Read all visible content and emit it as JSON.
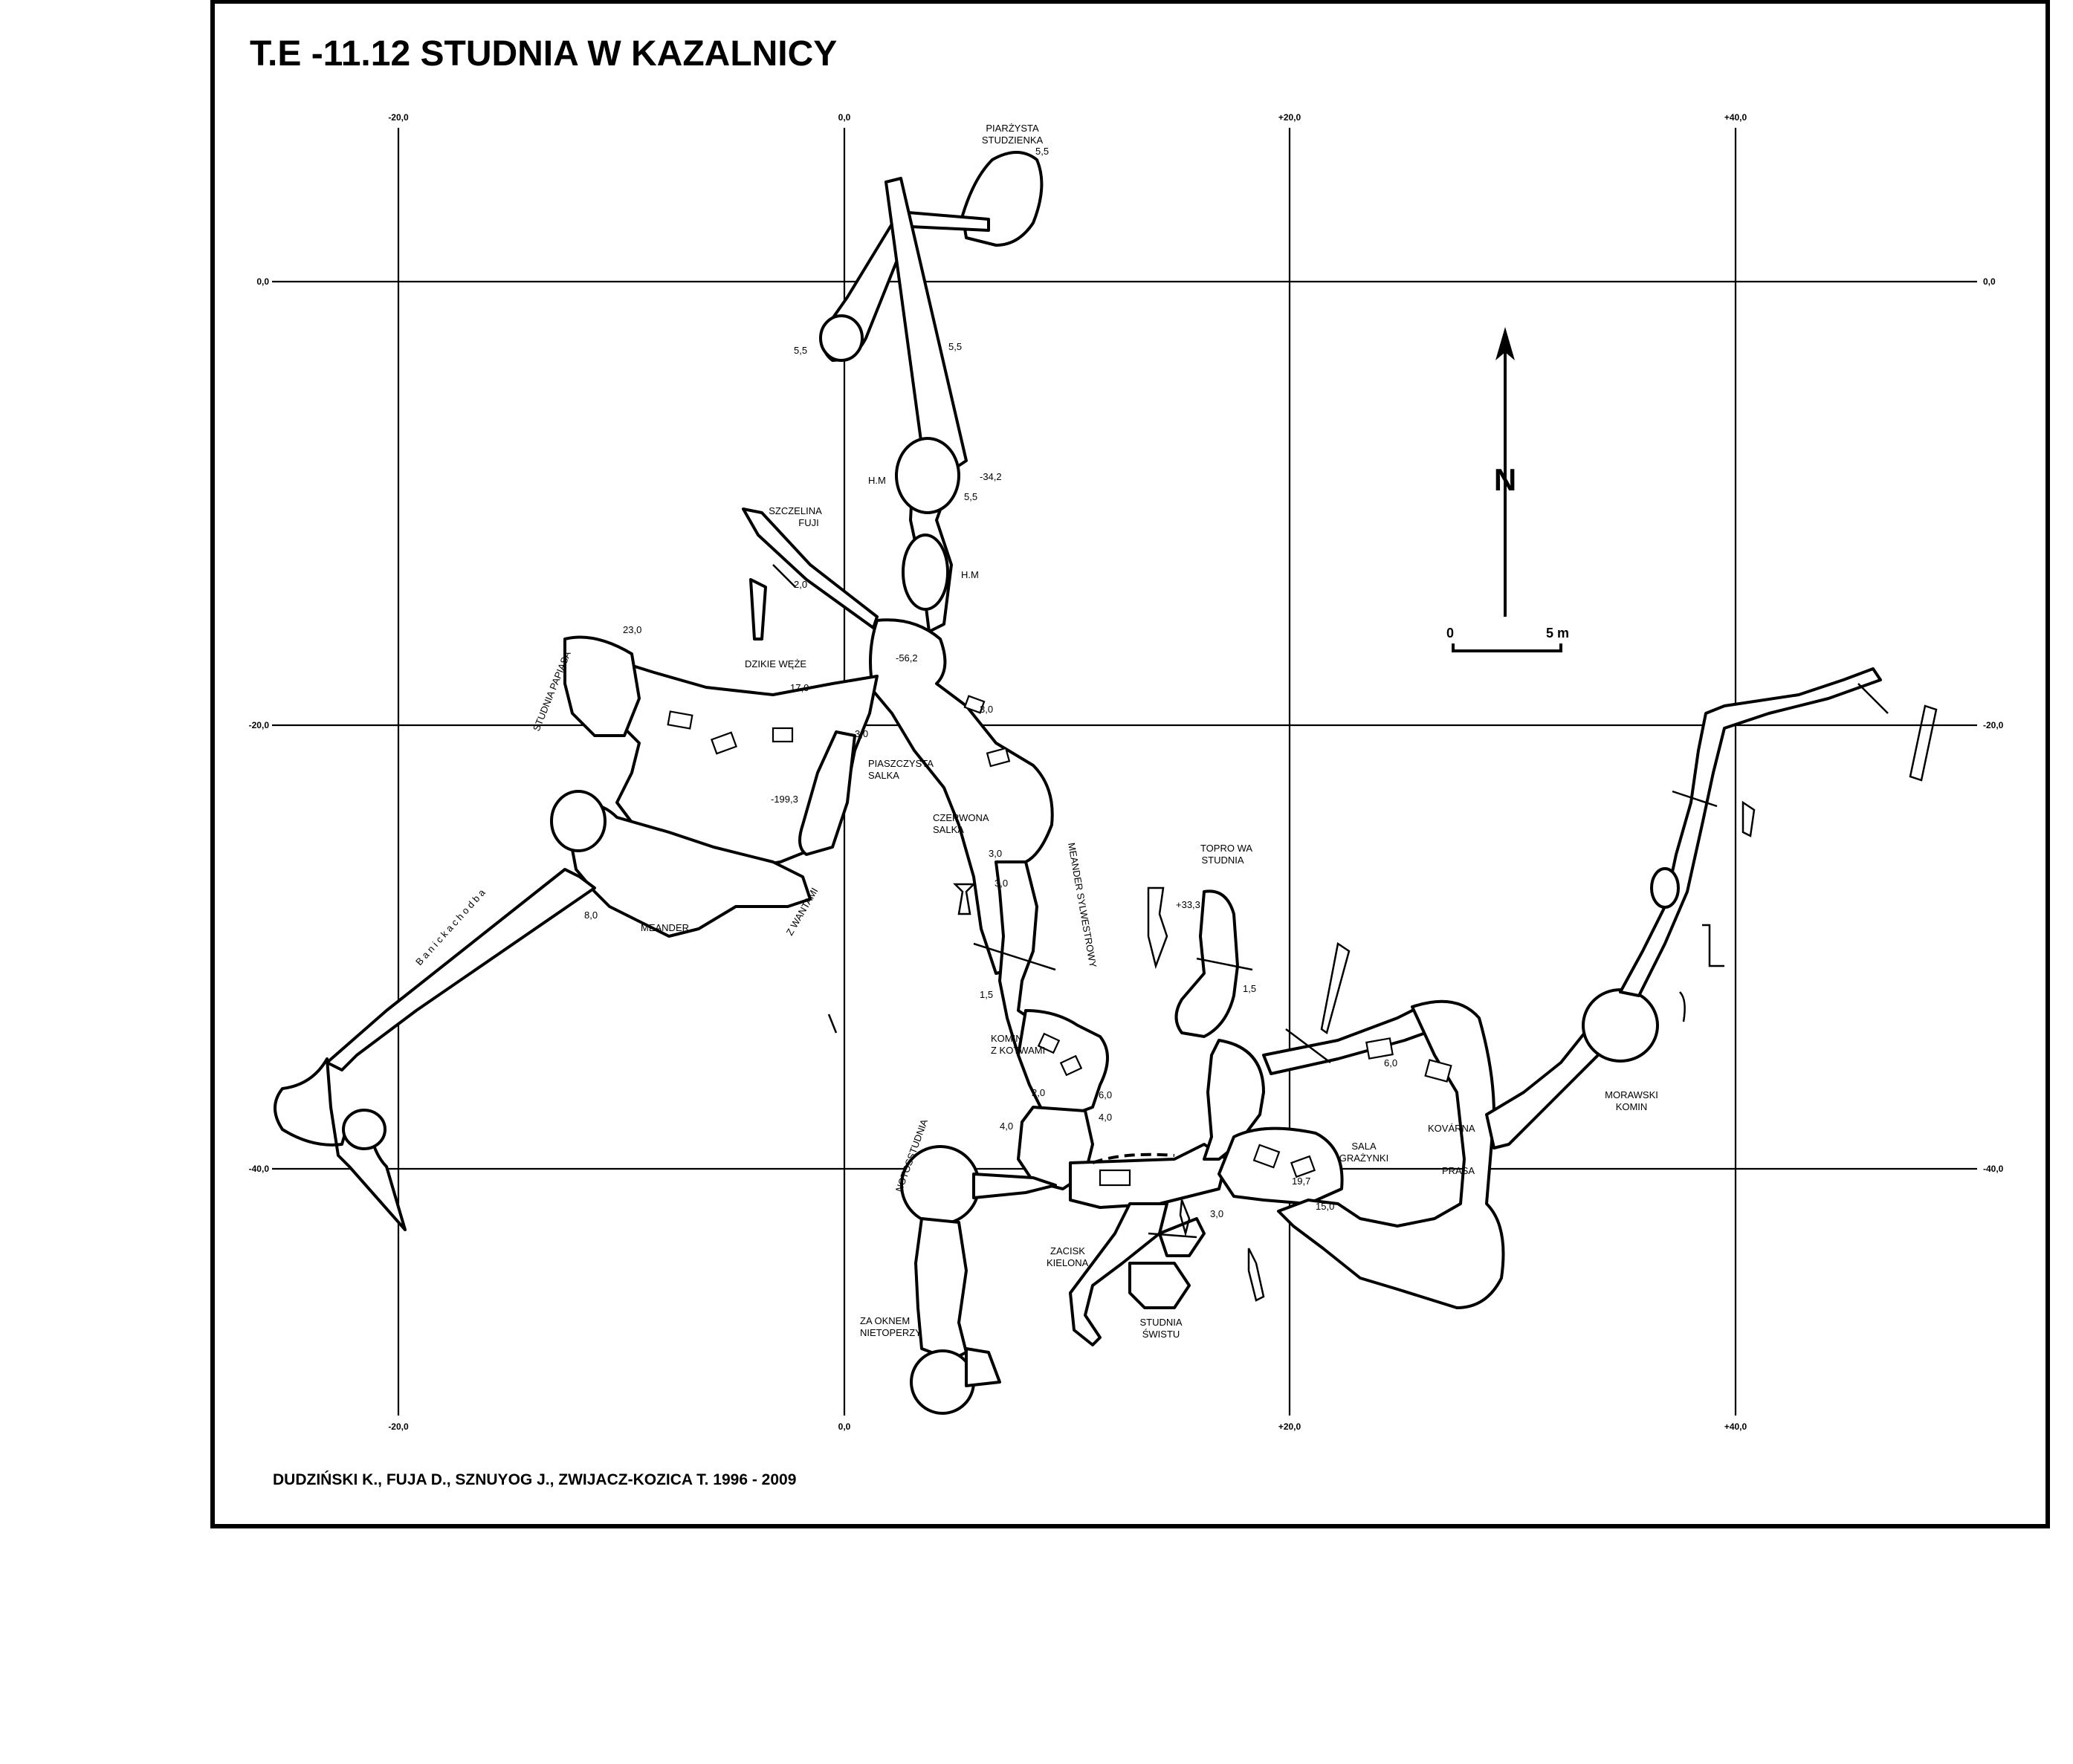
{
  "title": "T.E -11.12  STUDNIA W KAZALNICY",
  "credits": "DUDZIŃSKI K., FUJA D., SZNUYOG J., ZWIJACZ-KOZICA T. 1996 - 2009",
  "grid": {
    "x_labels_top": [
      "-20,0",
      "0,0",
      "+20,0",
      "+40,0"
    ],
    "x_labels_bottom": [
      "-20,0",
      "0,0",
      "+20,0",
      "+40,0"
    ],
    "y_labels_left": [
      "0,0",
      "-20,0",
      "-40,0"
    ],
    "y_labels_right": [
      "0,0",
      "-20,0",
      "-40,0"
    ]
  },
  "north": {
    "letter": "N"
  },
  "scale_bar": {
    "start": "0",
    "end": "5 m"
  },
  "place_names": {
    "piarzysta_1": "PIARŻYSTA",
    "piarzysta_2": "STUDZIENKA",
    "szczelina_1": "SZCZELINA",
    "szczelina_2": "FUJI",
    "dzikie_weze": "DZIKIE WĘŻE",
    "studnia_papiasa": "STUDNIA PAPIASA",
    "piaszczysta_1": "PIASZCZYSTA",
    "piaszczysta_2": "SALKA",
    "czerwona_1": "CZERWONA",
    "czerwona_2": "SALKA",
    "meander_sylwestrowy": "MEANDER SYLWESTROWY",
    "meander": "MEANDER",
    "z_wantami": "Z WANTAMI",
    "banicka_chodba": "B a n i c k a   c h o d b a",
    "topro_1": "TOPRO WA",
    "topro_2": "STUDNIA",
    "komin_1": "KOMIN",
    "komin_2": "Z KOTWAMI",
    "notosstudnia": "NOTOSSTUDNIA",
    "za_oknem_1": "ZA OKNEM",
    "za_oknem_2": "NIETOPERZY",
    "zacisk_1": "ZACISK",
    "zacisk_2": "KIELONA",
    "studnia_swistu_1": "STUDNIA",
    "studnia_swistu_2": "ŚWISTU",
    "sala_1": "SALA",
    "sala_2": "GRAŻYNKI",
    "kovarna": "KOVÁRNA",
    "prasa": "PRASA",
    "morawski_1": "MORAWSKI",
    "morawski_2": "KOMIN",
    "hm_1": "H.M",
    "hm_2": "H.M"
  },
  "depth_marks": {
    "d_5_5_a": "5,5",
    "d_5_5_b": "5,5",
    "d_5_5_c": "5,5",
    "d_5_5_d": "5,5",
    "d_34_2": "-34,2",
    "d_2_0_a": "2,0",
    "d_23_0": "23,0",
    "d_17_0": "17,0",
    "d_56_2": "-56,2",
    "d_3_0_a": "3,0",
    "d_3_0_b": "3,0",
    "d_199_3": "-199,3",
    "d_3_0_c": "3,0",
    "d_3_0_d": "3,0",
    "d_8_0": "8,0",
    "d_33_3": "+33,3",
    "d_1_5_a": "1,5",
    "d_1_5_b": "1,5",
    "d_2_0_b": "2,0",
    "d_6_0_a": "6,0",
    "d_4_0_a": "4,0",
    "d_4_0_b": "4,0",
    "d_6_0_b": "6,0",
    "d_19_7": "19,7",
    "d_3_0_e": "3,0",
    "d_15_0": "15,0"
  }
}
